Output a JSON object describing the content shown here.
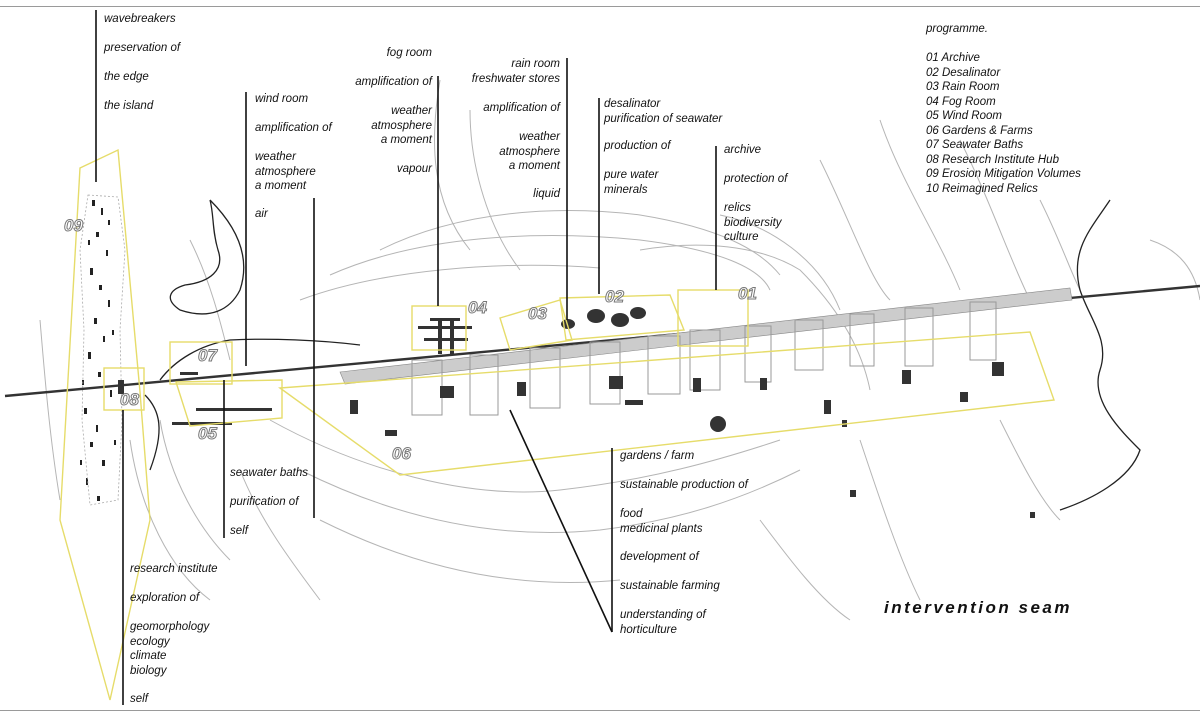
{
  "title": "intervention seam",
  "programme": {
    "heading": "programme.",
    "items": [
      "01 Archive",
      "02 Desalinator",
      "03 Rain Room",
      "04 Fog Room",
      "05 Wind Room",
      "06 Gardens & Farms",
      "07 Seawater Baths",
      "08 Research Institute Hub",
      "09 Erosion Mitigation Volumes",
      "10 Reimagined Relics"
    ]
  },
  "zone_numbers": {
    "z01": "01",
    "z02": "02",
    "z03": "03",
    "z04": "04",
    "z05": "05",
    "z06": "06",
    "z07": "07",
    "z08": "08",
    "z09": "09"
  },
  "labels": {
    "wavebreakers": {
      "a": "wavebreakers",
      "b": "preservation of",
      "c": "the edge",
      "d": "the island"
    },
    "wind": {
      "a": "wind room",
      "b": "amplification of",
      "c": "weather\natmosphere\na moment",
      "d": "air"
    },
    "fog": {
      "a": "fog room",
      "b": "amplification of",
      "c": "weather\natmosphere\na moment",
      "d": "vapour"
    },
    "rain": {
      "a": "rain room\nfreshwater stores",
      "b": "amplification of",
      "c": "weather\natmosphere\na moment",
      "d": "liquid"
    },
    "desal": {
      "a": "desalinator\npurification of seawater",
      "b": "production of",
      "c": "pure water\nminerals"
    },
    "archive": {
      "a": "archive",
      "b": "protection of",
      "c": "relics\nbiodiversity\nculture"
    },
    "baths": {
      "a": "seawater baths",
      "b": "purification of",
      "c": "self"
    },
    "gardens": {
      "a": "gardens / farm",
      "b": "sustainable production of",
      "c": "food\nmedicinal plants",
      "d": "development of",
      "e": "sustainable farming",
      "f": "understanding of\nhorticulture"
    },
    "research": {
      "a": "research institute",
      "b": "exploration of",
      "c": "geomorphology\necology\nclimate\nbiology",
      "d": "self"
    }
  }
}
